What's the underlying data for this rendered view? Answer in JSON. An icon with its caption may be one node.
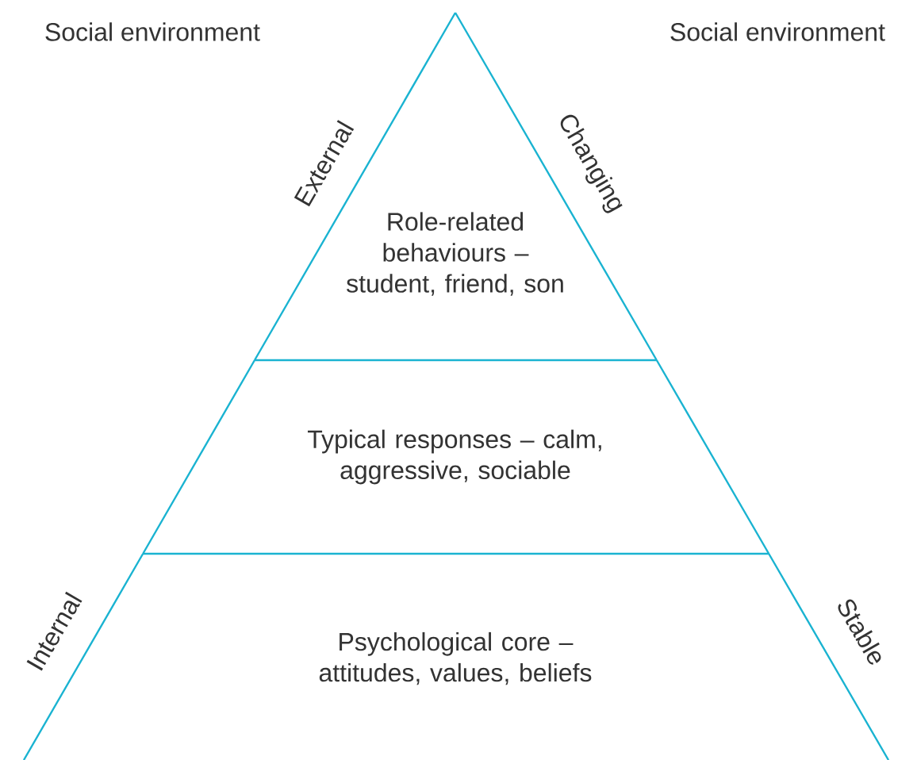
{
  "diagram": {
    "nodes": [
      {
        "text": [
          "Role-related behaviours – student, friend, son"
        ]
      },
      {
        "text": [
          "Typical responses – calm, aggressive, sociable"
        ]
      },
      {
        "text": [
          "Psychological core – attitudes, values, beliefs"
        ]
      }
    ],
    "labels": [
      "Social environment",
      "Social environment",
      "External",
      "Changing",
      "Internal",
      "Stable"
    ]
  }
}
